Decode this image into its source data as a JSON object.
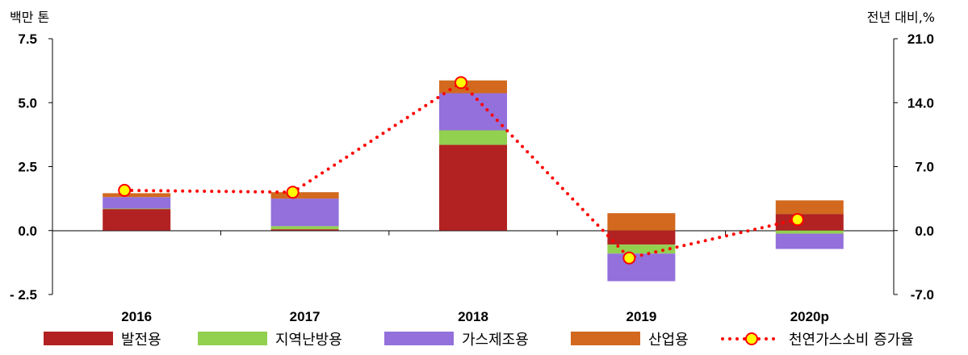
{
  "chart_data": {
    "type": "bar",
    "stacked": true,
    "categories": [
      "2016",
      "2017",
      "2018",
      "2019",
      "2020p"
    ],
    "y_left_label": "백만 톤",
    "y_right_label": "전년 대비,%",
    "y_left_ticks": [
      "7.5",
      "5.0",
      "2.5",
      "0.0",
      "- 2.5"
    ],
    "y_right_ticks": [
      "21.0",
      "14.0",
      "7.0",
      "0.0",
      "-7.0"
    ],
    "ylim": [
      -2.5,
      7.5
    ],
    "ylim_right": [
      -7.0,
      21.0
    ],
    "series": [
      {
        "name": "발전용",
        "color": "#b22222",
        "values": [
          0.84,
          0.05,
          3.35,
          -0.55,
          0.65
        ]
      },
      {
        "name": "지역난방용",
        "color": "#92d050",
        "values": [
          0.02,
          0.12,
          0.57,
          -0.35,
          -0.12
        ]
      },
      {
        "name": "가스제조용",
        "color": "#9370db",
        "values": [
          0.45,
          1.08,
          1.45,
          -1.08,
          -0.6
        ]
      },
      {
        "name": "산업용",
        "color": "#d2691e",
        "values": [
          0.15,
          0.25,
          0.5,
          0.68,
          0.53
        ]
      }
    ],
    "line_series": {
      "name": "천연가스소비 증가율",
      "color": "#ff0000",
      "marker_fill": "#ffff00",
      "values": [
        4.4,
        4.2,
        16.2,
        -3.0,
        1.2
      ]
    },
    "legend_position": "bottom"
  }
}
